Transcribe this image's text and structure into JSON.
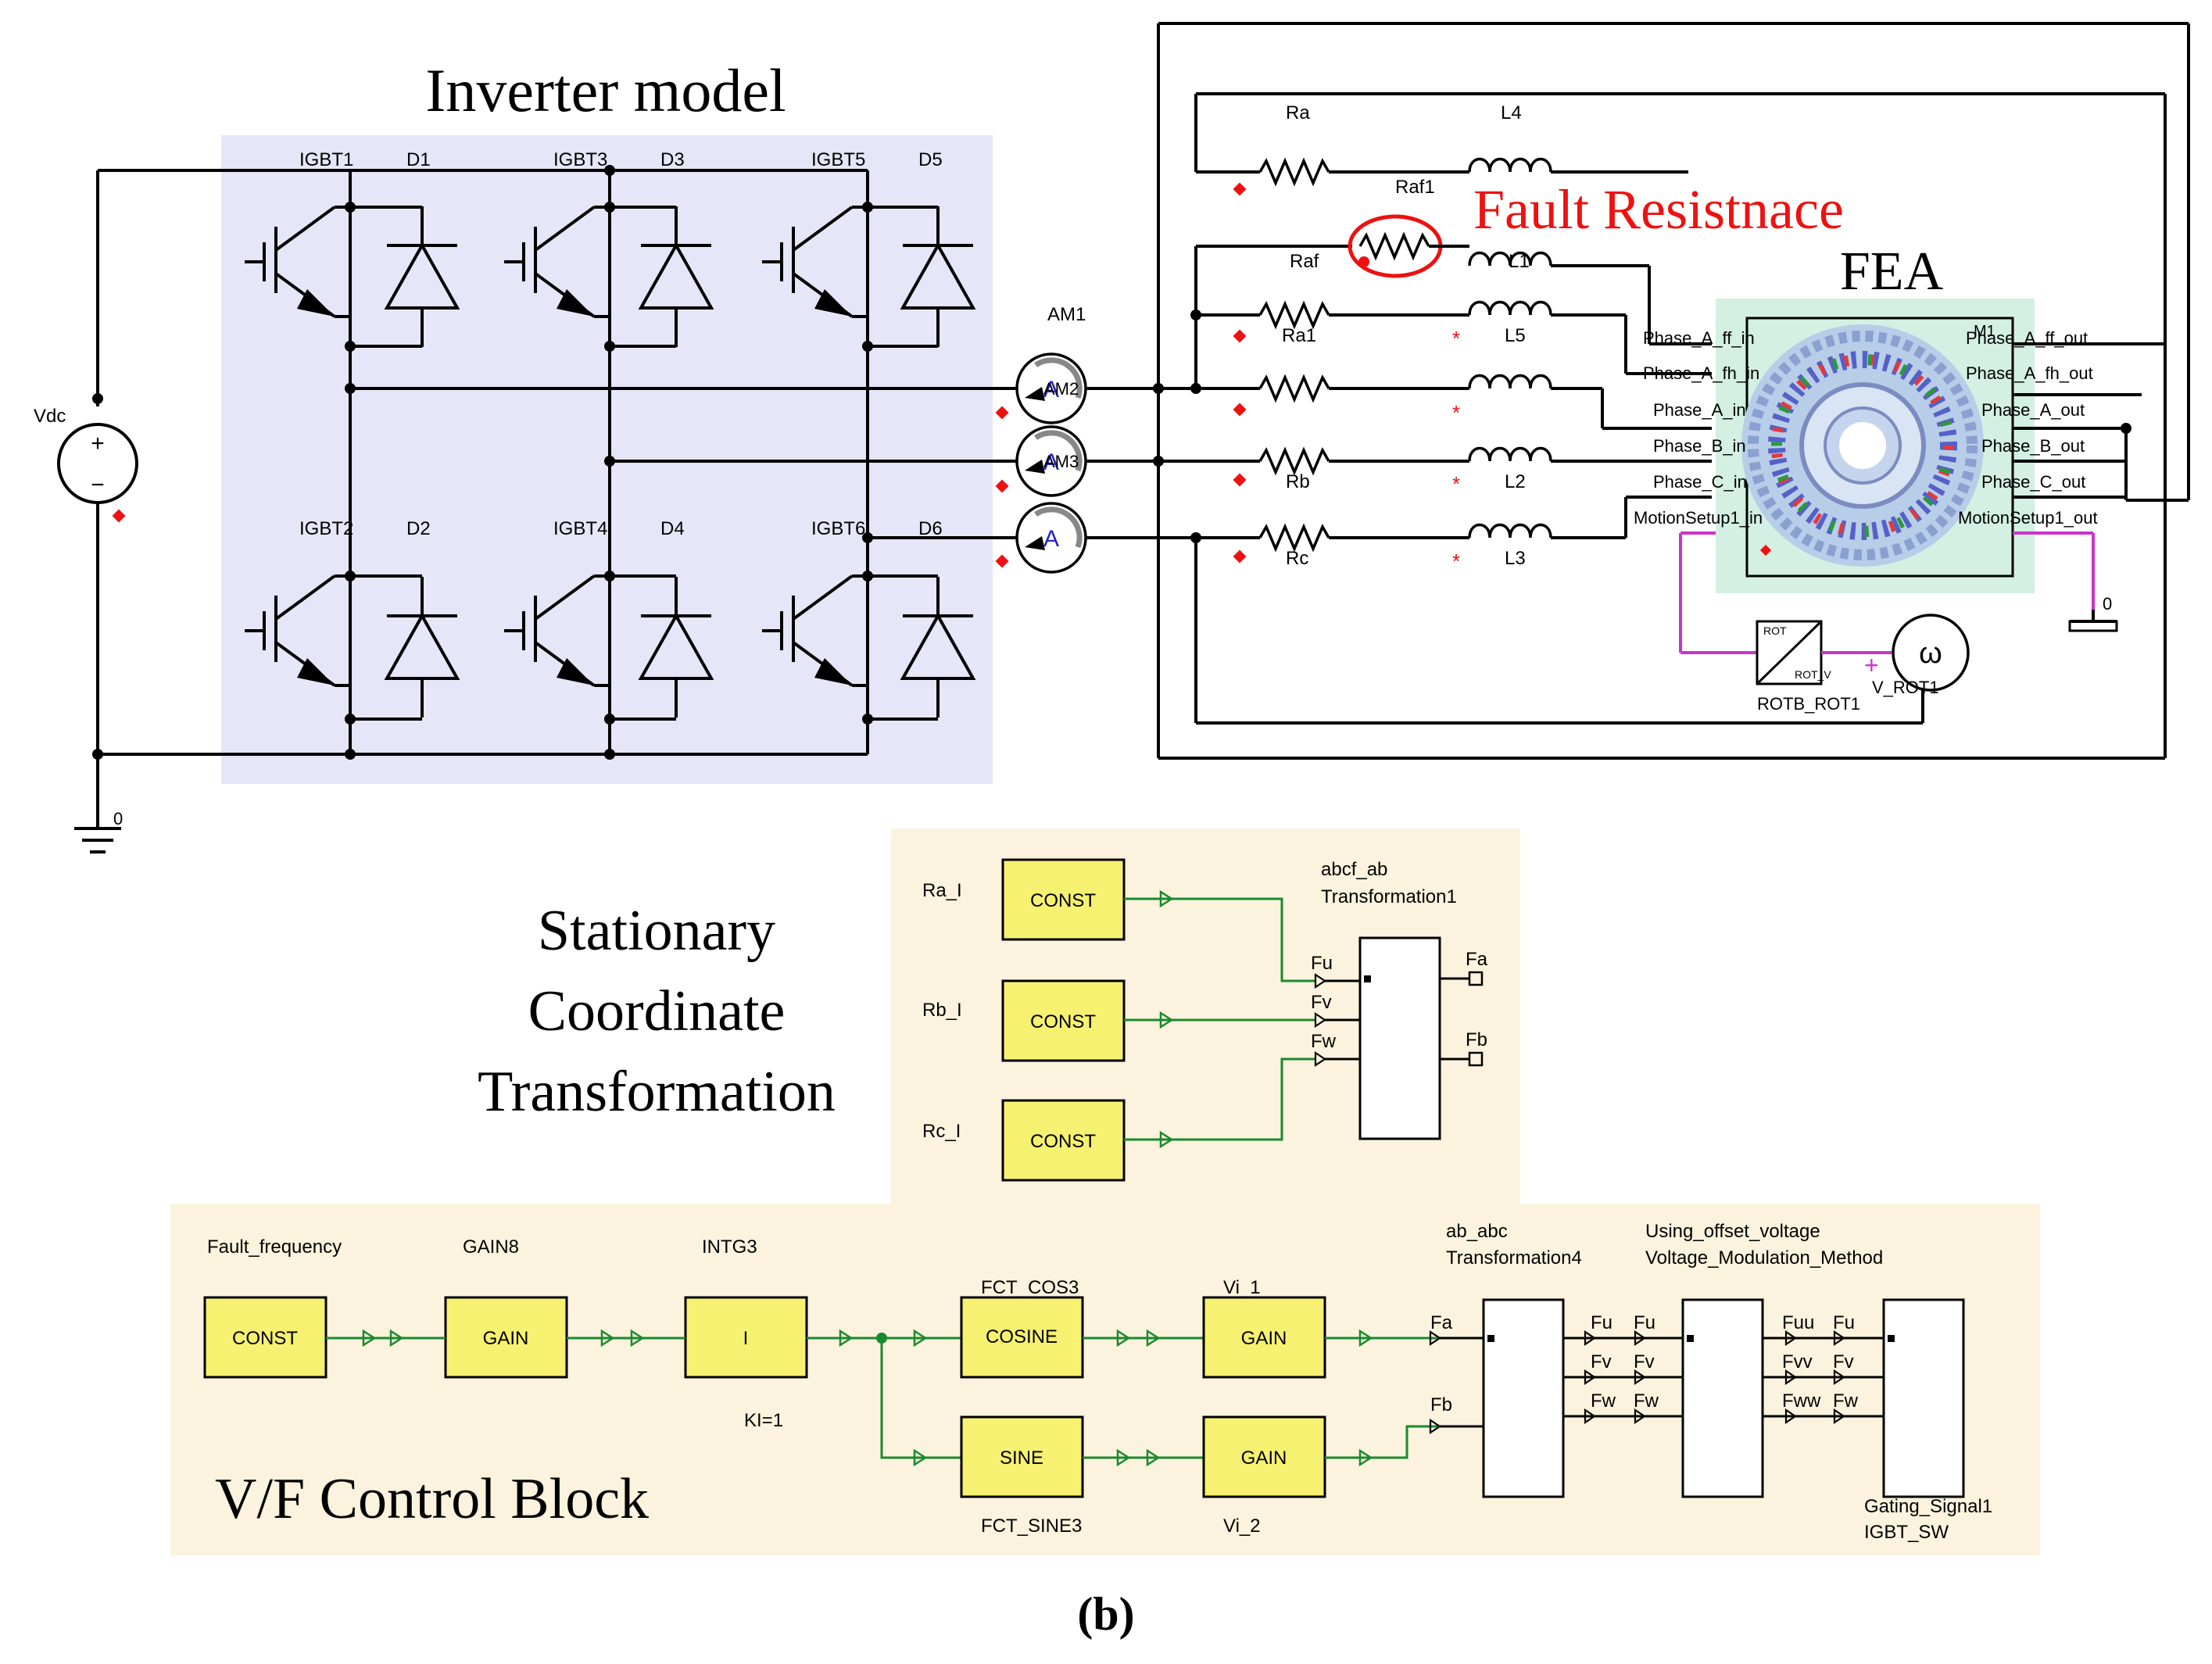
{
  "titles": {
    "inverter": "Inverter model",
    "fault": "Fault Resistnace",
    "fea": "FEA",
    "stationary": [
      "Stationary",
      "Coordinate",
      "Transformation"
    ],
    "vf": "V/F Control Block",
    "panel": "(b)"
  },
  "inverter": {
    "source": "Vdc",
    "ground": "0",
    "igbts": [
      "IGBT1",
      "IGBT3",
      "IGBT5",
      "IGBT2",
      "IGBT4",
      "IGBT6"
    ],
    "diodes": [
      "D1",
      "D3",
      "D5",
      "D2",
      "D4",
      "D6"
    ],
    "ammeter": "AM1",
    "ammeter_labels": [
      "AM2",
      "AM3"
    ],
    "ammeter_symbol": "A"
  },
  "load": {
    "resistors": [
      "Ra",
      "Raf1",
      "Raf",
      "Ra1",
      "Rb",
      "Rc"
    ],
    "inductors": [
      "L4",
      "L1",
      "L5",
      "L2",
      "L3"
    ],
    "fea_ports_in": [
      "Phase_A_ff_in",
      "Phase_A_fh_in",
      "Phase_A_in",
      "Phase_B_in",
      "Phase_C_in",
      "MotionSetup1_in"
    ],
    "fea_ports_out": [
      "Phase_A_ff_out",
      "Phase_A_fh_out",
      "Phase_A_out",
      "Phase_B_out",
      "Phase_C_out",
      "MotionSetup1_out"
    ],
    "fea_tag": "M1",
    "rot_block": "ROTB_ROT1",
    "rot_inner": [
      "ROT",
      "ROT_V"
    ],
    "speed_source": "V_ROT1",
    "speed_symbol": "ω",
    "plus": "+",
    "ground": "0"
  },
  "transform": {
    "inputs": [
      "Ra_I",
      "Rb_I",
      "Rc_I"
    ],
    "const_label": "CONST",
    "block_title": [
      "abcf_ab",
      "Transformation1"
    ],
    "ports_in": [
      "Fu",
      "Fv",
      "Fw"
    ],
    "ports_out": [
      "Fa",
      "Fb"
    ]
  },
  "vf": {
    "top_labels": [
      "Fault_frequency",
      "GAIN8",
      "INTG3"
    ],
    "blocks": [
      "CONST",
      "GAIN",
      "I",
      "COSINE",
      "GAIN",
      "SINE",
      "GAIN"
    ],
    "fct_cos": "FCT_COS3",
    "fct_sine": "FCT_SINE3",
    "vi1": "Vi_1",
    "vi2": "Vi_2",
    "ki": "KI=1",
    "ab_abc": [
      "ab_abc",
      "Transformation4"
    ],
    "offset": [
      "Using_offset_voltage",
      "Voltage_Modulation_Method"
    ],
    "gating": [
      "Gating_Signal1",
      "IGBT_SW"
    ],
    "in_fa": "Fa",
    "in_fb": "Fb",
    "out1": [
      "Fu",
      "Fv",
      "Fw"
    ],
    "in2": [
      "Fu",
      "Fv",
      "Fw"
    ],
    "out2": [
      "Fuu",
      "Fvv",
      "Fww"
    ],
    "in3": [
      "Fu",
      "Fv",
      "Fw"
    ]
  },
  "colors": {
    "inverter_bg": "#e6e6f8",
    "control_bg": "#fbf3dd",
    "fea_bg": "#d3f0e2",
    "block_fill": "#f7f171",
    "wire": "#000000",
    "signal": "#1a8a2e",
    "fault_red": "#ee1111",
    "motion_link": "#cc33cc",
    "marker": "#ee1111"
  }
}
